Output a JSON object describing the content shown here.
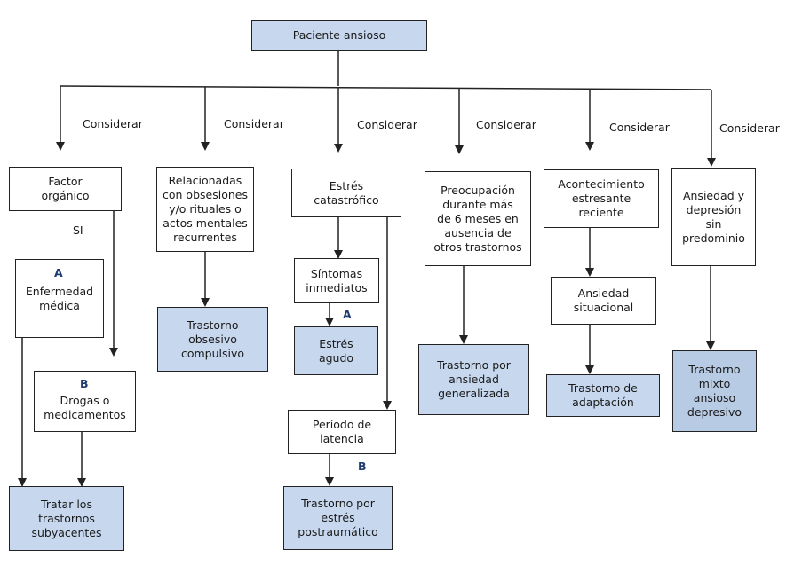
{
  "nodes": {
    "root": "Paciente ansioso",
    "organic": "Factor\norgánico",
    "medical": "Enfermedad\nmédica",
    "drugs": "Drogas o\nmedicamentos",
    "treat": "Tratar los\ntrastornos\nsubyacentes",
    "obsessive": "Relacionadas\ncon obsesiones\ny/o rituales o\nactos mentales\nrecurrentes",
    "toc": "Trastorno\nobsesivo\ncompulsivo",
    "stress": "Estrés\ncatastrófico",
    "immediate": "Síntomas\ninmediatos",
    "acute": "Estrés\nagudo",
    "latency": "Período de\nlatencia",
    "ptsd": "Trastorno por\nestrés\npostraumático",
    "worry": "Preocupación\ndurante  más\nde 6 meses en\nausencia de\notros trastornos",
    "gad": "Trastorno por\nansiedad\ngeneralizada",
    "event": "Acontecimiento\nestresante\nreciente",
    "situational": "Ansiedad\nsituacional",
    "adaptation": "Trastorno de\nadaptación",
    "mixed": "Ansiedad y\ndepresión\nsin\npredominio",
    "mixed_dx": "Trastorno\nmixto\nansioso\ndepresivo"
  },
  "edge_labels": {
    "consider": [
      "Considerar",
      "Considerar",
      "Considerar",
      "Considerar",
      "Considerar",
      "Considerar"
    ],
    "si": "SI"
  },
  "tags": {
    "a1": "A",
    "b1": "B",
    "a2": "A",
    "b2": "B"
  }
}
